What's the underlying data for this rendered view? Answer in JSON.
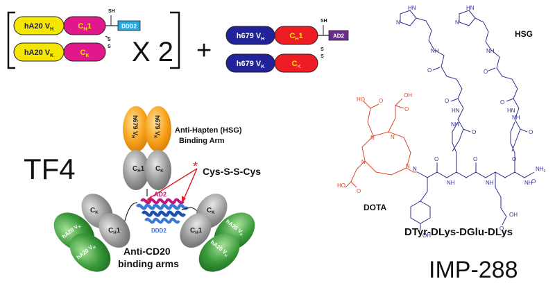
{
  "construct_top": {
    "hA20_vh": "hA20 V",
    "hA20_vh_sub": "H",
    "ch1": "C",
    "ch1_sub": "H",
    "ch1_suffix": "1",
    "hA20_vk": "hA20 V",
    "hA20_vk_sub": "K",
    "ck": "C",
    "ck_sub": "K",
    "sh": "SH",
    "s": "S",
    "ddd2": "DDD2",
    "times": "X 2",
    "plus": "+"
  },
  "construct_right": {
    "h679_vh": "h679 V",
    "h679_vh_sub": "H",
    "ch1": "C",
    "ch1_sub": "H",
    "ch1_suffix": "1",
    "h679_vk": "h679 V",
    "h679_vk_sub": "K",
    "ck": "C",
    "ck_sub": "K",
    "sh": "SH",
    "s": "S",
    "ad2": "AD2"
  },
  "tf4": {
    "title": "TF4",
    "anti_hapten_line1": "Anti-Hapten (HSG)",
    "anti_hapten_line2": "Binding Arm",
    "cys_label": "Cys-S-S-Cys",
    "star": "*",
    "ad2": "AD2",
    "ddd2": "DDD2",
    "anti_cd20_line1": "Anti-CD20",
    "anti_cd20_line2": "binding arms",
    "h679_vh": "h679 V",
    "h679_vh_sub": "H",
    "h679_vk": "h679 V",
    "h679_vk_sub": "K",
    "hA20_vh": "hA20 V",
    "hA20_vh_sub": "H",
    "hA20_vk": "hA20 V",
    "hA20_vk_sub": "K",
    "ch1": "C",
    "ch1_sub": "H",
    "ch1_suffix": "1",
    "ck": "C",
    "ck_sub": "K"
  },
  "molecule": {
    "hsg": "HSG",
    "dota": "DOTA",
    "peptide": "DTyr-DLys-DGlu-DLys",
    "name": "IMP-288",
    "atom_n": "N",
    "atom_nh": "NH",
    "atom_hn": "HN",
    "atom_o": "O",
    "atom_oh": "OH",
    "atom_ho": "HO",
    "atom_nh2": "NH",
    "atom_nh2_sub": "2"
  },
  "colors": {
    "yellow": "#f4e600",
    "magenta": "#e0188c",
    "navy": "#22239a",
    "red": "#ee1c24",
    "cyan": "#2aa7dd",
    "purple": "#6b2c8f",
    "orange": "#f7a21b",
    "gray": "#8f8f8f",
    "green": "#3a9a3a",
    "chemBlue": "#2f2f8f",
    "chemRed": "#e0452a"
  }
}
